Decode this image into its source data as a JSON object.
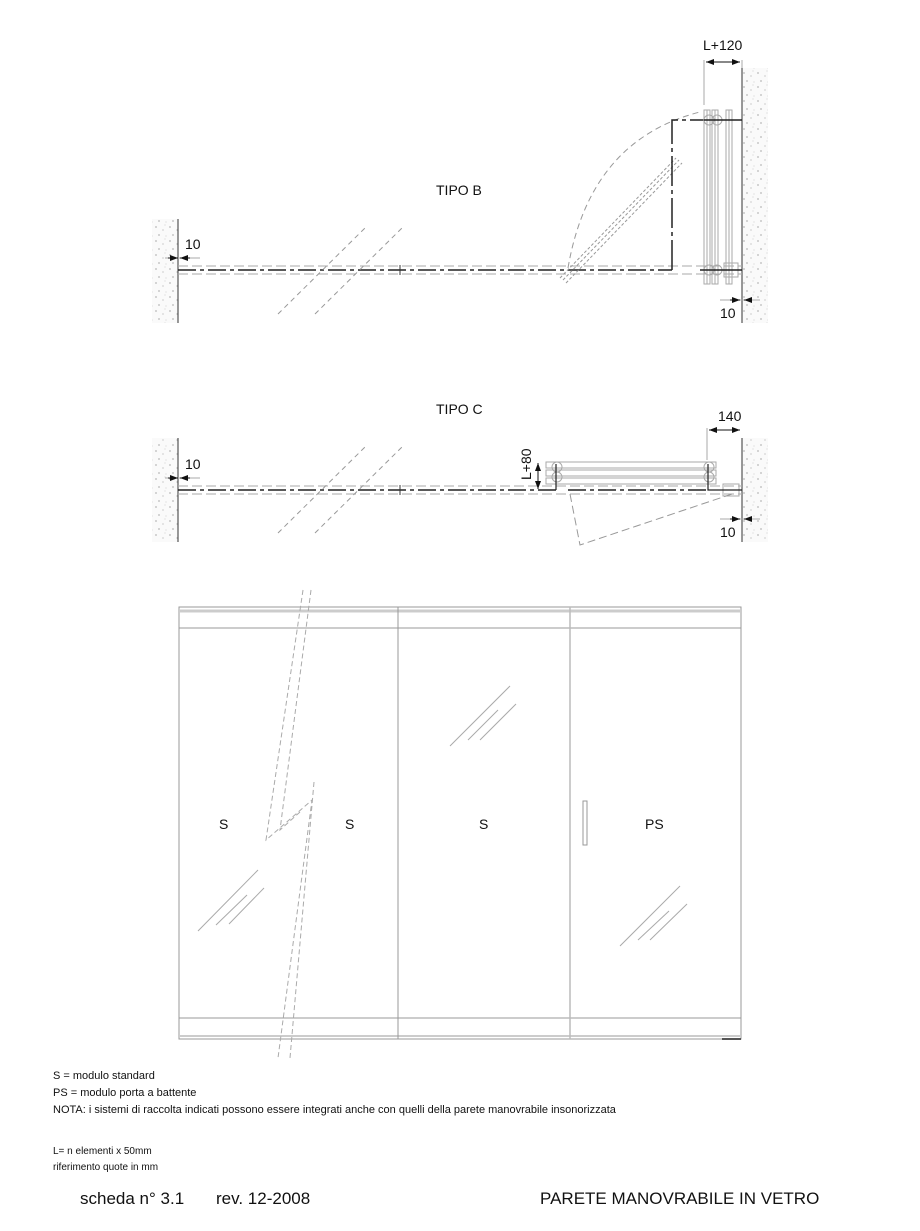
{
  "drawing": {
    "tipo_b": {
      "title": "TIPO B",
      "dim_left": "10",
      "dim_top": "L+120",
      "dim_right": "10"
    },
    "tipo_c": {
      "title": "TIPO C",
      "dim_left": "10",
      "dim_top": "140",
      "dim_vertical": "L+80",
      "dim_right": "10"
    },
    "elevation": {
      "modules": [
        {
          "label": "S"
        },
        {
          "label": "S"
        },
        {
          "label": "S"
        },
        {
          "label": "PS"
        }
      ]
    }
  },
  "legend": {
    "lines": [
      "S = modulo standard",
      "PS = modulo porta a battente",
      "NOTA: i sistemi di raccolta indicati possono essere integrati anche con quelli della parete manovrabile insonorizzata"
    ],
    "units": [
      "L= n elementi x 50mm",
      "riferimento quote in mm"
    ]
  },
  "footer": {
    "sheet": "scheda n° 3.1",
    "revision": "rev. 12-2008",
    "title": "PARETE MANOVRABILE IN VETRO"
  },
  "colors": {
    "line": "#222222",
    "light_line": "#9a9a9a",
    "wall_fill": "#f4f4f4"
  }
}
